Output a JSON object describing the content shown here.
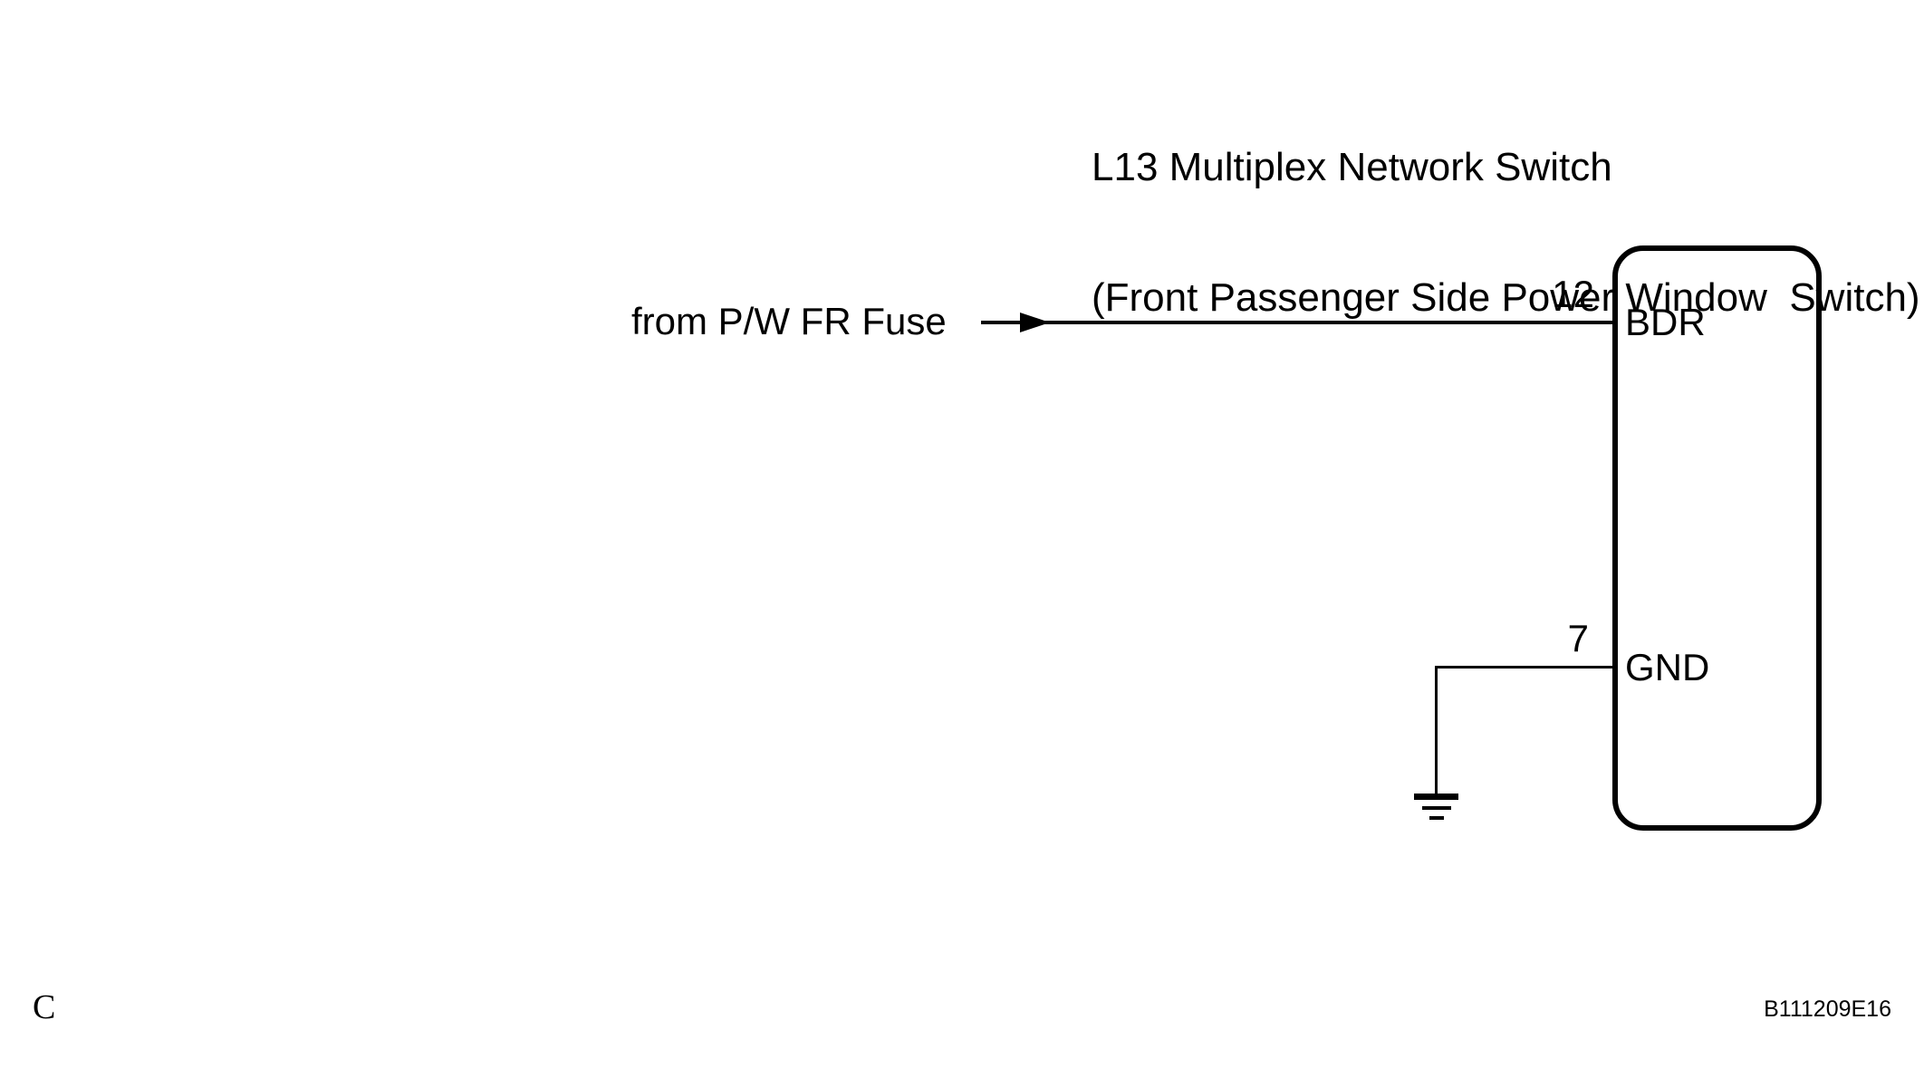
{
  "title": {
    "line1": "L13 Multiplex Network Switch",
    "line2": "(Front Passenger Side Power Window  Switch)"
  },
  "power": {
    "source_label": "from P/W FR Fuse",
    "pin_number": "12",
    "pin_name": "BDR"
  },
  "ground": {
    "pin_number": "7",
    "pin_name": "GND"
  },
  "footer": {
    "section_marker": "C",
    "figure_code": "B111209E16"
  },
  "colors": {
    "line": "#000000",
    "background": "#ffffff"
  }
}
